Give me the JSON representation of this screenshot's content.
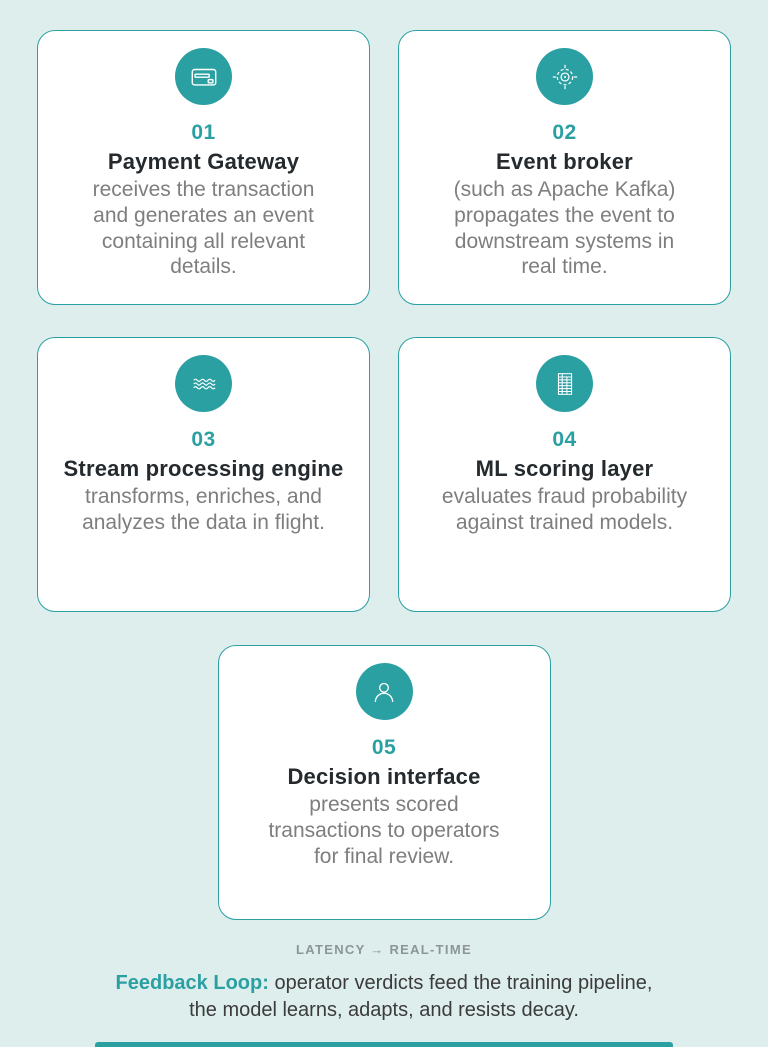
{
  "colors": {
    "accent_teal": "#2BA0A3",
    "background": "#DEEEED",
    "card_background": "#FFFFFF",
    "title_text": "#242A2D",
    "body_text": "#7E7E7E",
    "latency_text": "#8C9795"
  },
  "cards": [
    {
      "number": "01",
      "title": "Payment Gateway",
      "body": "receives the transaction\nand generates an event\ncontaining all relevant\ndetails.",
      "icon": "credit-card-icon"
    },
    {
      "number": "02",
      "title": "Event broker",
      "body": "(such as Apache Kafka)\npropagates the event to\ndownstream systems in\nreal time.",
      "icon": "target-icon"
    },
    {
      "number": "03",
      "title": "Stream processing engine",
      "body": "transforms, enriches, and\nanalyzes the data in flight.",
      "icon": "waves-icon"
    },
    {
      "number": "04",
      "title": "ML scoring layer",
      "body": "evaluates fraud probability\nagainst trained models.",
      "icon": "table-icon"
    },
    {
      "number": "05",
      "title": "Decision interface",
      "body": "presents scored\ntransactions to operators\nfor final review.",
      "icon": "person-icon"
    }
  ],
  "latency_label": "LATENCY → REAL-TIME",
  "feedback": {
    "label": "Feedback Loop:",
    "text": " operator verdicts feed the training pipeline,\nthe model learns, adapts, and resists decay."
  }
}
